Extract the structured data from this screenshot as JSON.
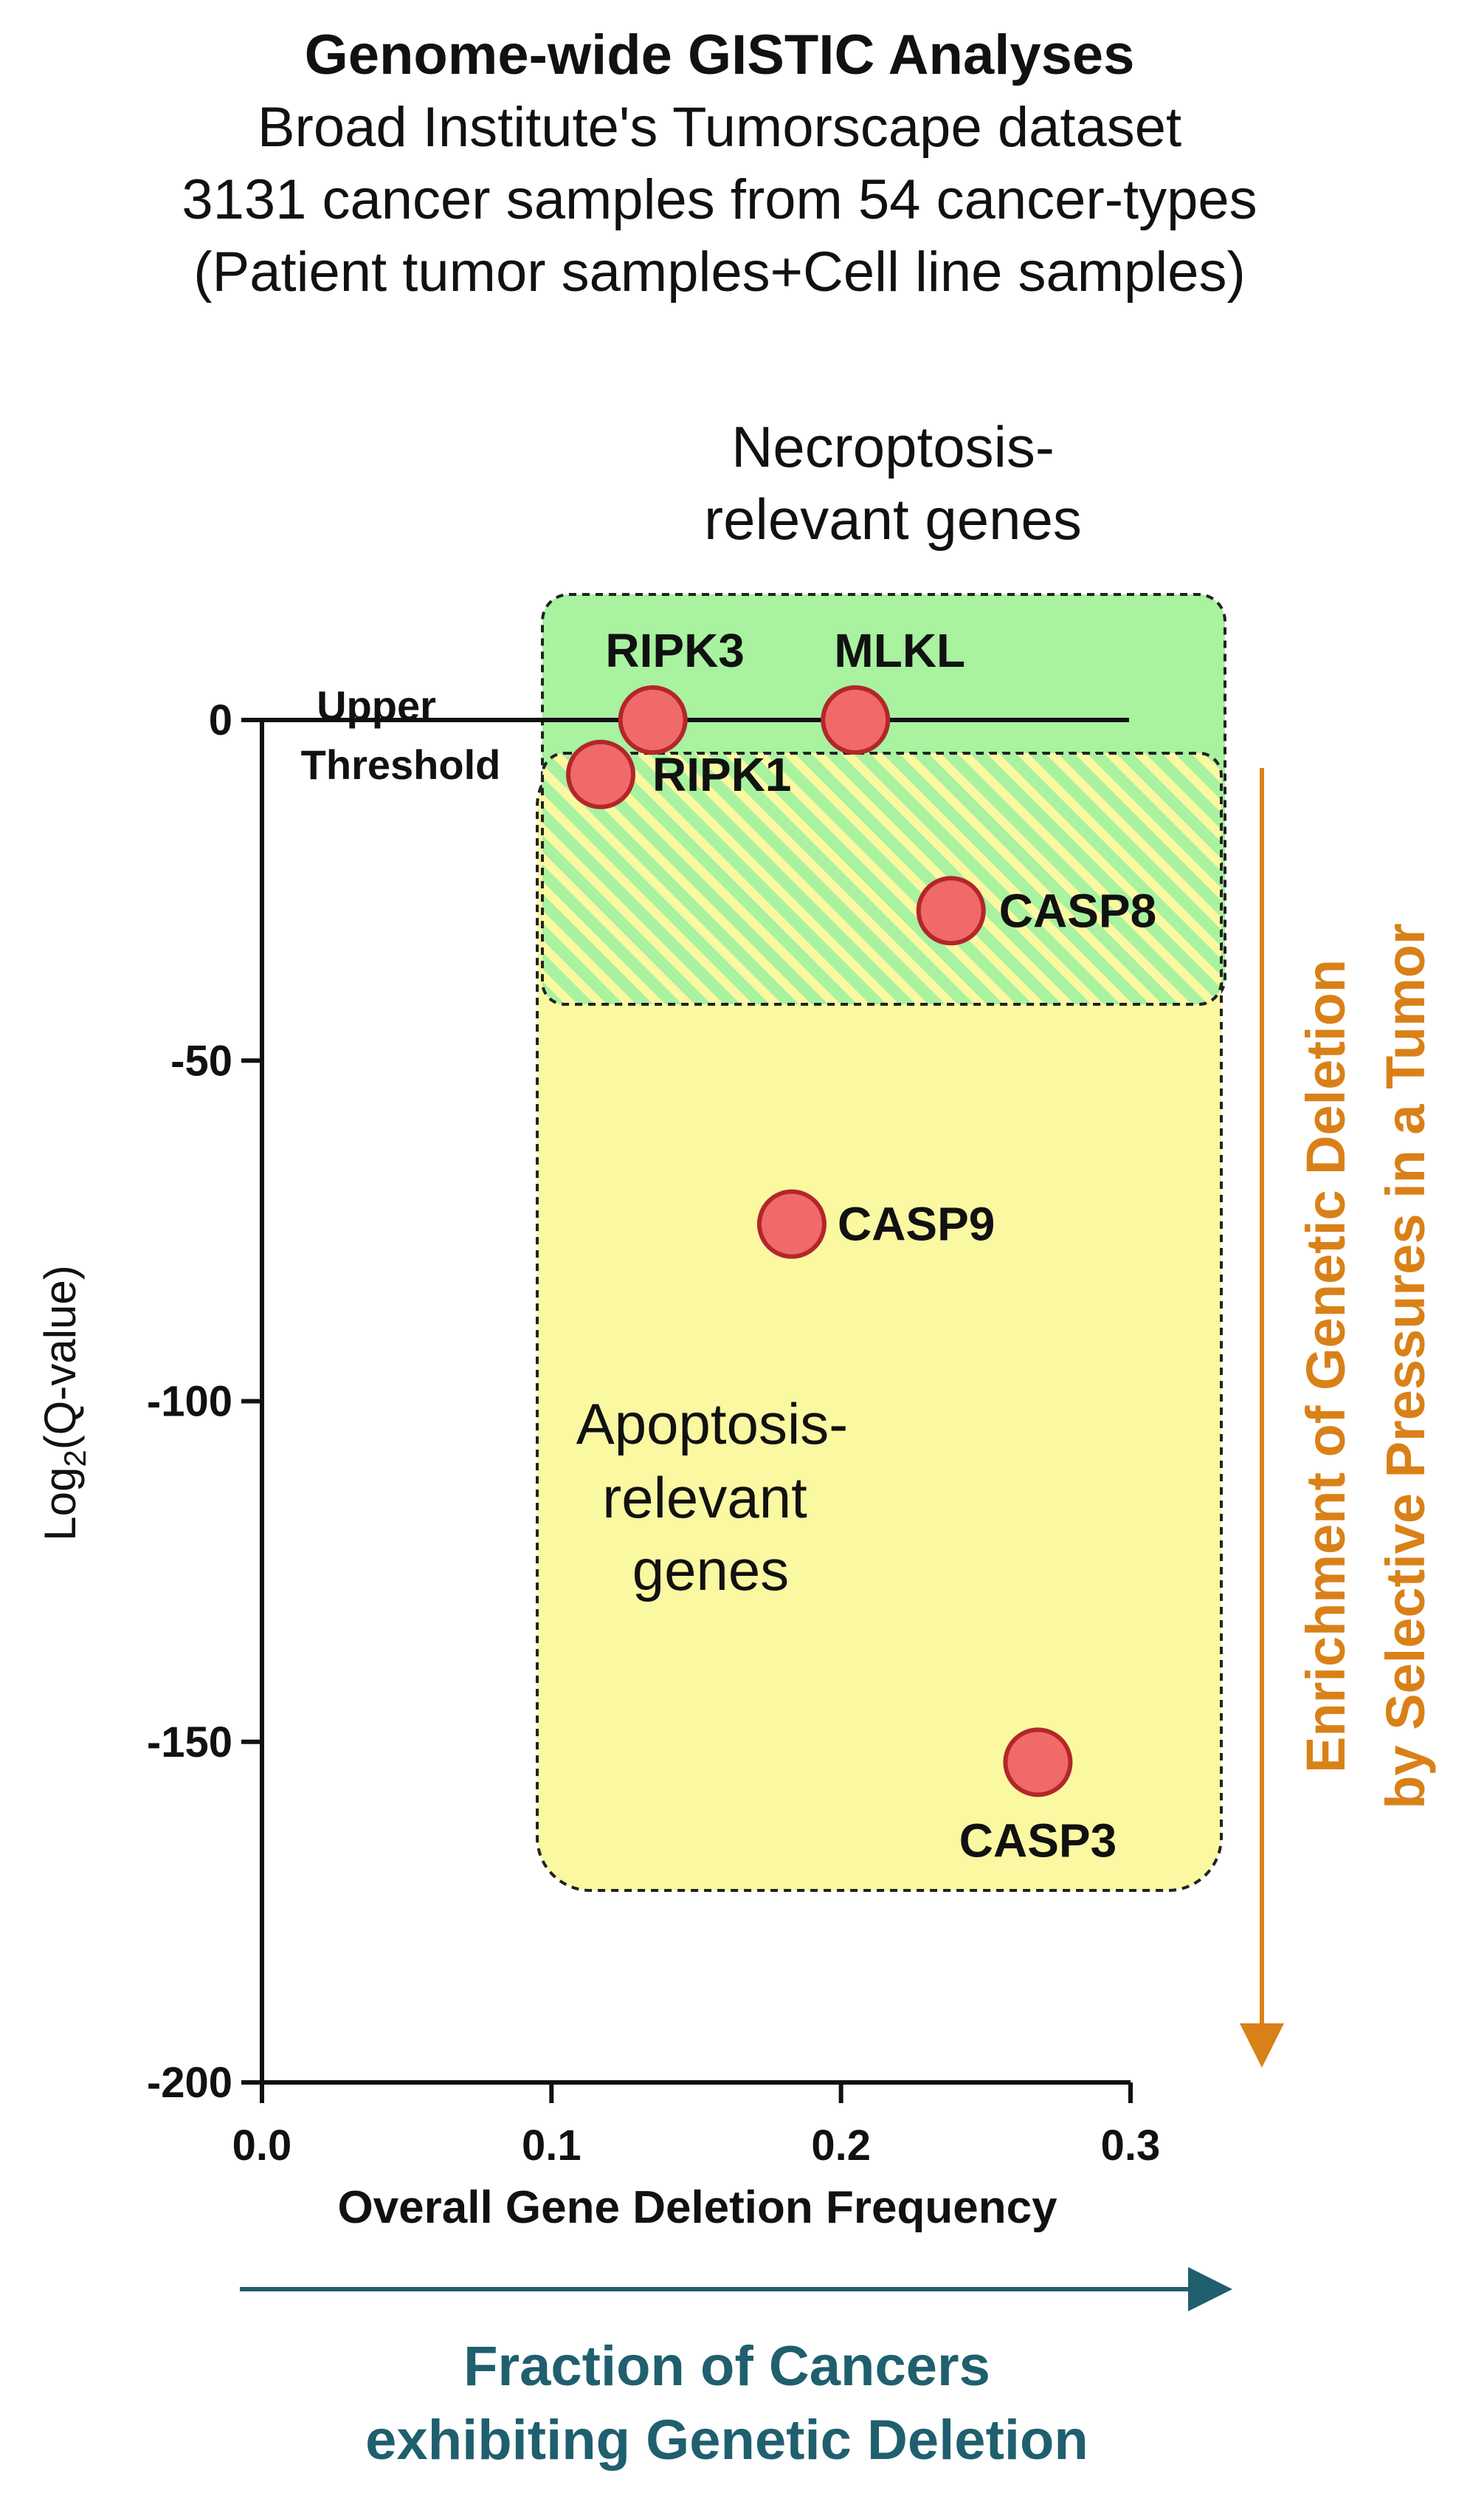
{
  "header": {
    "title": "Genome-wide GISTIC Analyses",
    "line2": "Broad Institute's Tumorscape dataset",
    "line3": "3131 cancer samples from 54 cancer-types",
    "line4": "(Patient tumor samples+Cell line samples)"
  },
  "chart_data": {
    "type": "scatter",
    "xlabel": "Overall Gene Deletion Frequency",
    "ylabel_main": "Log",
    "ylabel_sub": "2",
    "ylabel_rest": "(Q-value)",
    "xlim": [
      0.0,
      0.3
    ],
    "ylim": [
      -200,
      0
    ],
    "x_ticks": [
      "0.0",
      "0.1",
      "0.2",
      "0.3"
    ],
    "y_ticks": [
      "0",
      "-50",
      "-100",
      "-150",
      "-200"
    ],
    "threshold": {
      "y": 0,
      "label_line1": "Upper",
      "label_line2": "Threshold"
    },
    "points": [
      {
        "label": "RIPK3",
        "x": 0.135,
        "y": 0
      },
      {
        "label": "MLKL",
        "x": 0.205,
        "y": 0
      },
      {
        "label": "RIPK1",
        "x": 0.117,
        "y": -8
      },
      {
        "label": "CASP8",
        "x": 0.238,
        "y": -28
      },
      {
        "label": "CASP9",
        "x": 0.183,
        "y": -74
      },
      {
        "label": "CASP3",
        "x": 0.268,
        "y": -153
      }
    ],
    "regions": {
      "necroptosis": {
        "label_line1": "Necroptosis-",
        "label_line2": "relevant genes",
        "color": "#A8F2A0"
      },
      "apoptosis": {
        "label_line1": "Apoptosis-",
        "label_line2": "relevant",
        "label_line3": "genes",
        "color": "#FBF8A2"
      }
    },
    "point_color": "#F06A6A",
    "point_stroke": "#B3262A"
  },
  "annotations": {
    "right_arrow_line1": "Enrichment of Genetic Deletion",
    "right_arrow_line2": "by Selective Pressures in a Tumor",
    "right_color": "#D98118",
    "bottom_line1": "Fraction of Cancers",
    "bottom_line2": "exhibiting Genetic Deletion",
    "bottom_color": "#1F5F6E"
  }
}
